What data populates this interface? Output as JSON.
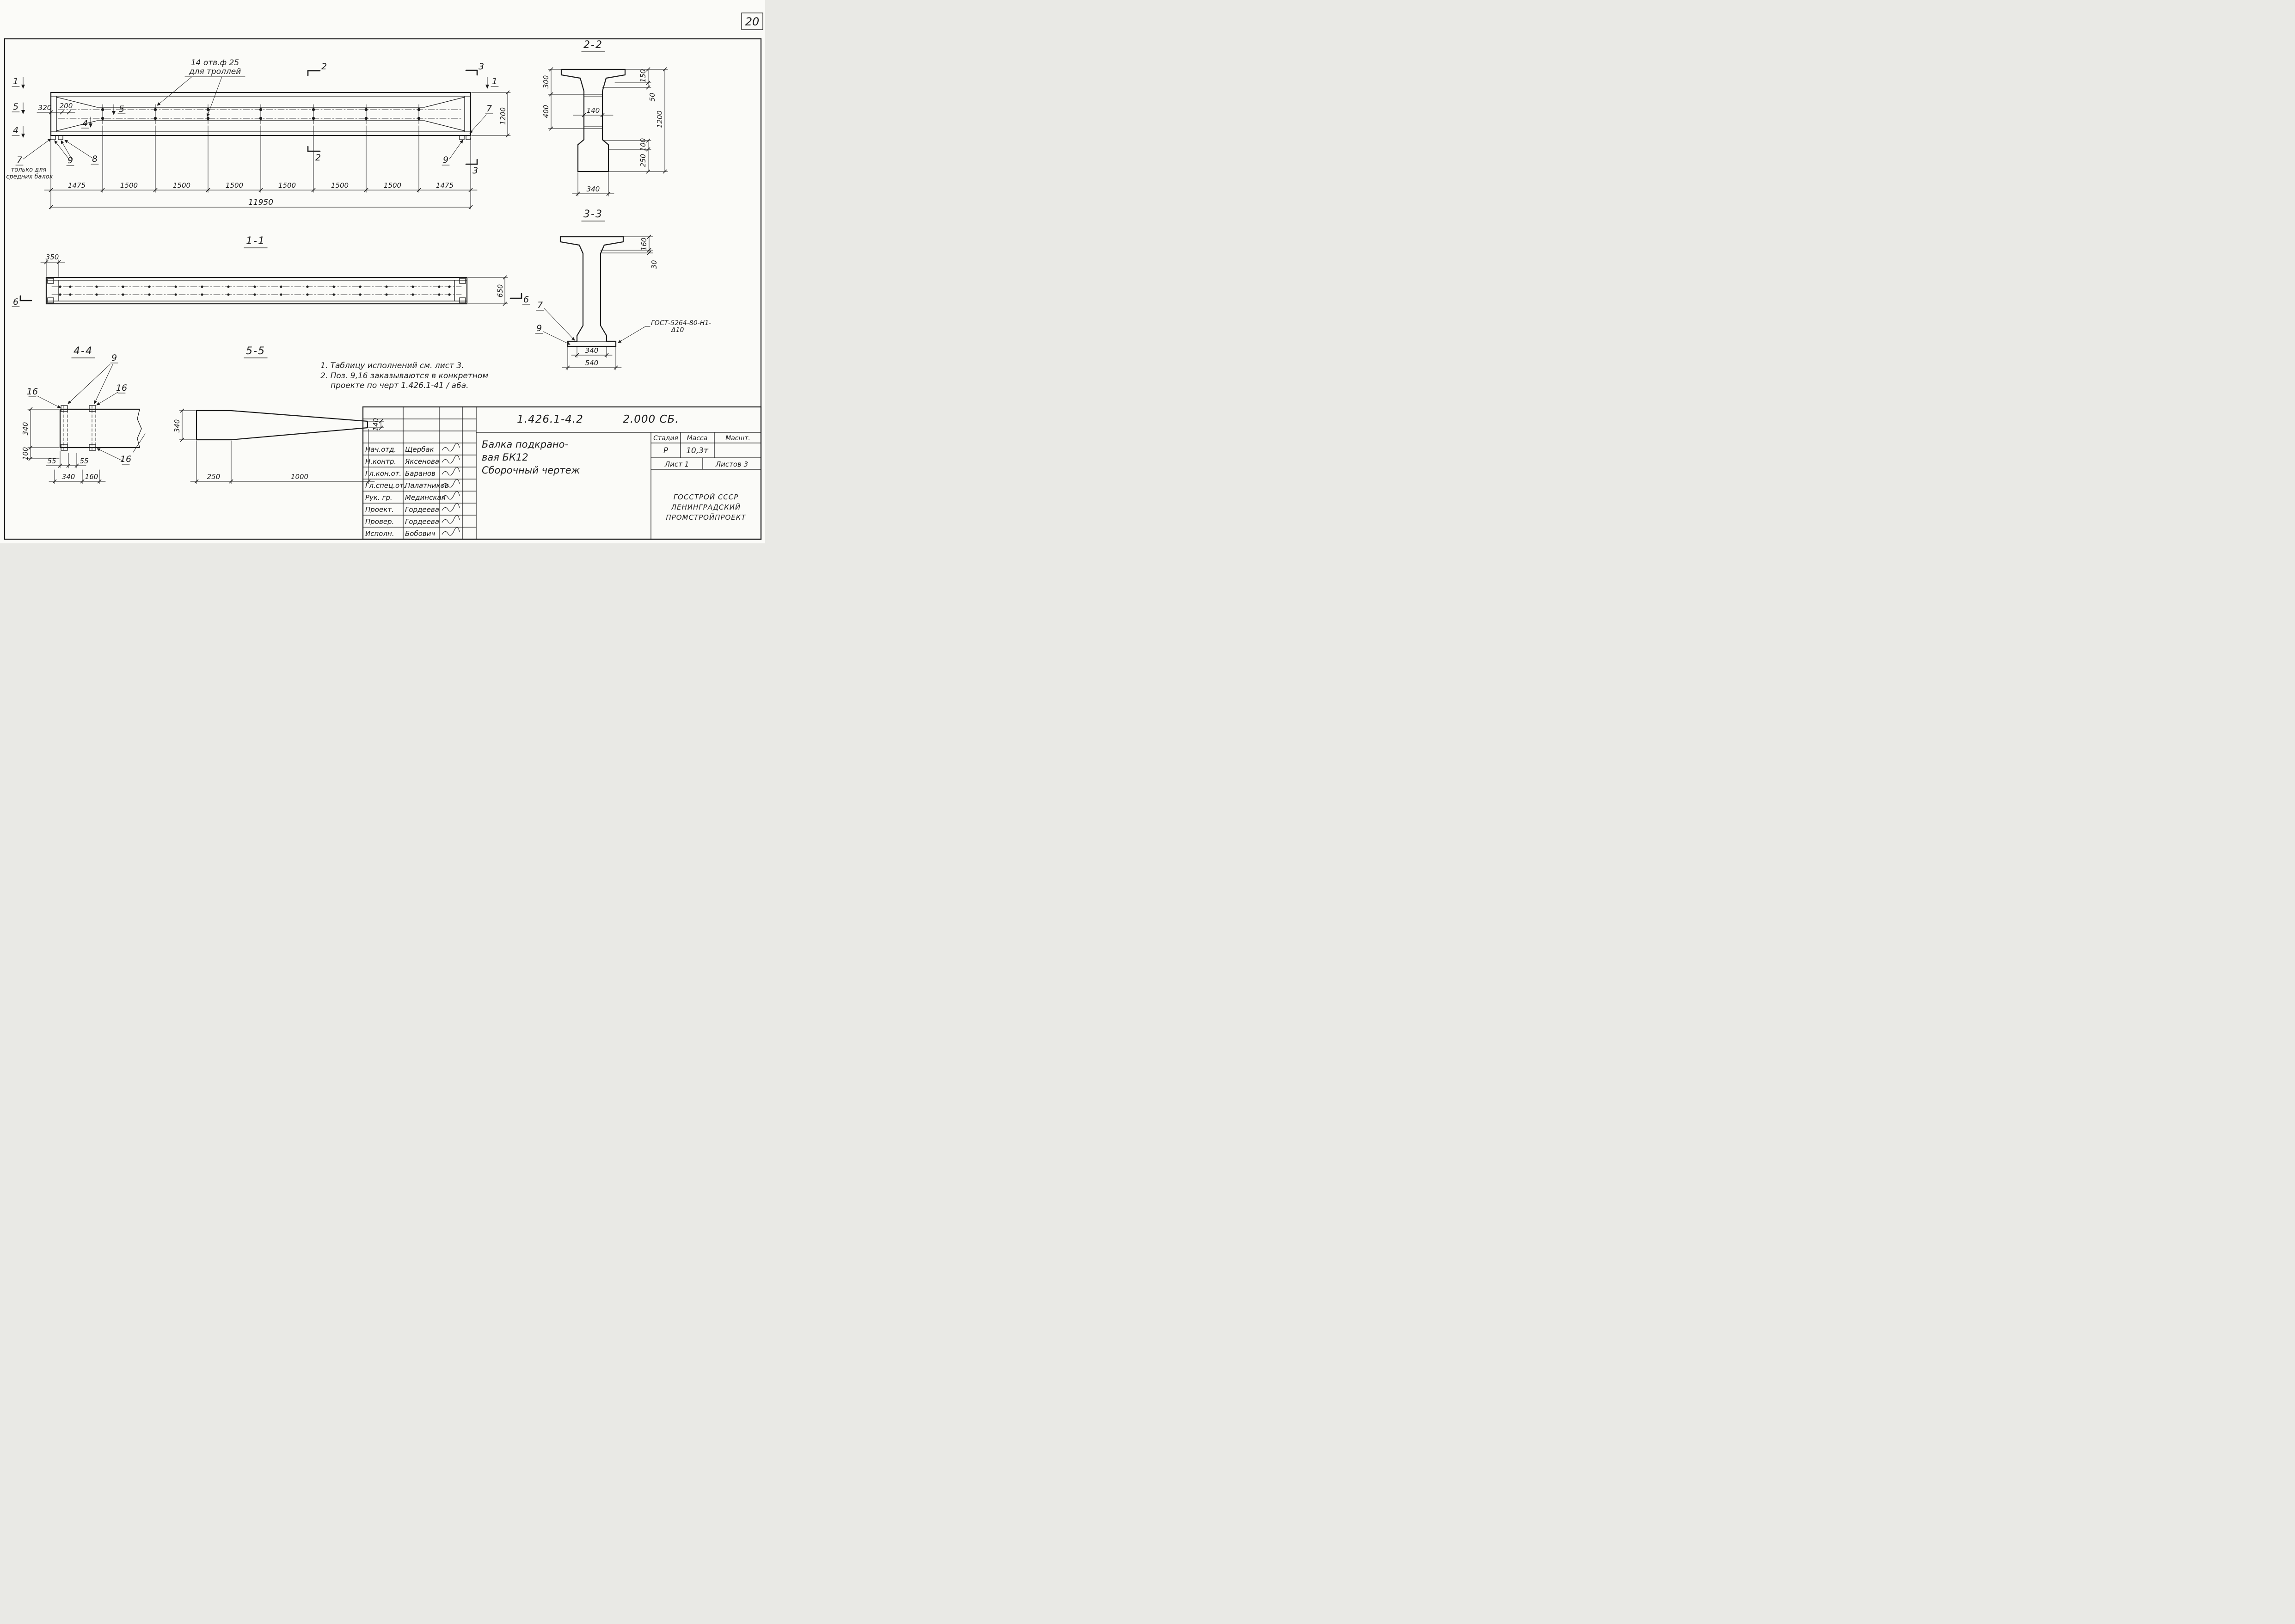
{
  "page": {
    "number": "20"
  },
  "main_view": {
    "hole_note": {
      "line1": "14 отв.ф 25",
      "line2": "для троллей"
    },
    "left_note": {
      "line1": "только для",
      "line2": "средних балок"
    },
    "marks": {
      "m1_left": "1",
      "m5_left": "5",
      "m4_left": "4",
      "m5_inner": "5",
      "m4_inner": "4",
      "m2_top": "2",
      "m2_bottom": "2",
      "m3_top": "3",
      "m3_bottom": "3",
      "m1_right": "1"
    },
    "labels": {
      "l7_right": "7",
      "l9_right": "9",
      "l8": "8",
      "l9_left": "9",
      "l7_left": "7"
    },
    "dims": {
      "d320": "320",
      "d200": "200",
      "spacing": [
        "1475",
        "1500",
        "1500",
        "1500",
        "1500",
        "1500",
        "1500",
        "1475"
      ],
      "total": "11950",
      "height": "1200"
    }
  },
  "section_2_2": {
    "title": "2-2",
    "dims": {
      "d300": "300",
      "d400": "400",
      "d140": "140",
      "d150": "150",
      "d50": "50",
      "d100": "100",
      "d250": "250",
      "d1200": "1200",
      "d340": "340"
    }
  },
  "section_1_1": {
    "title": "1-1",
    "marks": {
      "m6_left": "6",
      "m6_right": "6"
    },
    "dims": {
      "d350": "350",
      "d650": "650"
    }
  },
  "section_3_3": {
    "title": "3-3",
    "labels": {
      "l7": "7",
      "l9": "9"
    },
    "weld_note": {
      "line1": "ГОСТ-5264-80-Н1-",
      "line2": "Δ10"
    },
    "dims": {
      "d160": "160",
      "d30": "30",
      "d340": "340",
      "d540": "540"
    }
  },
  "section_4_4": {
    "title": "4-4",
    "labels": {
      "l9": "9",
      "l16_a": "16",
      "l16_b": "16",
      "l16_c": "16"
    },
    "dims": {
      "d340": "340",
      "d100": "100",
      "d55_a": "55",
      "d55_b": "55",
      "d340_b": "340",
      "d160": "160"
    }
  },
  "section_5_5": {
    "title": "5-5",
    "dims": {
      "d340": "340",
      "d140": "140",
      "d250": "250",
      "d1000": "1000"
    }
  },
  "notes": {
    "line1": "1. Таблицу исполнений  см. лист 3.",
    "line2": "2. Поз. 9,16 заказываются в конкретном",
    "line3": "проекте по черт 1.426.1-41 / а6а."
  },
  "title_block": {
    "doc_number": "1.426.1-4.2",
    "doc_code": "2.000 СБ.",
    "rows": [
      {
        "role": "Нач.отд.",
        "name": "Щербак"
      },
      {
        "role": "Н.контр.",
        "name": "Яксенова"
      },
      {
        "role": "Гл.кон.от.",
        "name": "Баранов"
      },
      {
        "role": "Гл.спец.от.",
        "name": "Палатников"
      },
      {
        "role": "Рук. гр.",
        "name": "Мединская"
      },
      {
        "role": "Проект.",
        "name": "Гордеева"
      },
      {
        "role": "Провер.",
        "name": "Гордеева"
      },
      {
        "role": "Исполн.",
        "name": "Бобович"
      }
    ],
    "product_title": {
      "line1": "Балка подкрано-",
      "line2": "вая БК12",
      "line3": "Сборочный  чертеж"
    },
    "headers": {
      "stage": "Стадия",
      "mass": "Масса",
      "scale": "Масшт."
    },
    "values": {
      "stage": "Р",
      "mass": "10,3т",
      "scale": ""
    },
    "sheet": {
      "current": "Лист 1",
      "total": "Листов 3"
    },
    "organization": {
      "line1": "ГОССТРОЙ СССР",
      "line2": "ЛЕНИНГРАДСКИЙ",
      "line3": "ПРОМСТРОЙПРОЕКТ"
    }
  }
}
